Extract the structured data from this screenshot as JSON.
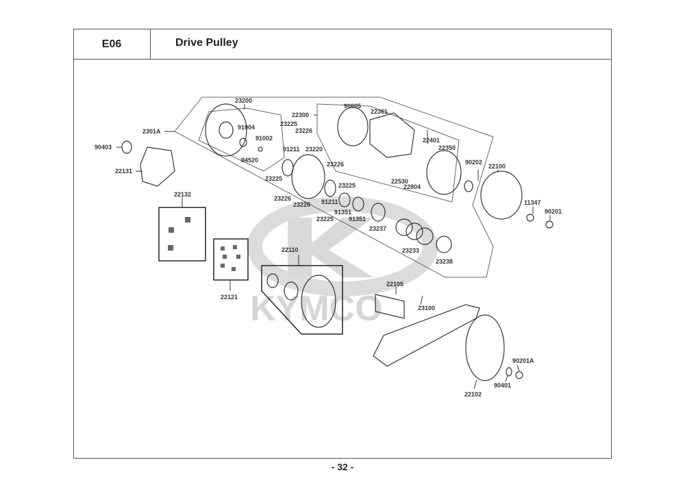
{
  "header": {
    "section_code": "E06",
    "title": "Drive Pulley"
  },
  "footer": {
    "page_number": "- 32 -"
  },
  "watermark": {
    "brand": "KYMCO",
    "color": "#d9d9d9"
  },
  "parts": [
    {
      "id": "p-23200",
      "label": "23200"
    },
    {
      "id": "p-2301A",
      "label": "2301A"
    },
    {
      "id": "p-90403",
      "label": "90403"
    },
    {
      "id": "p-22131",
      "label": "22131"
    },
    {
      "id": "p-91004",
      "label": "91004"
    },
    {
      "id": "p-91002",
      "label": "91002"
    },
    {
      "id": "p-94520",
      "label": "94520"
    },
    {
      "id": "p-23225a",
      "label": "23225"
    },
    {
      "id": "p-23226a",
      "label": "23226"
    },
    {
      "id": "p-91211a",
      "label": "91211"
    },
    {
      "id": "p-23220",
      "label": "23220"
    },
    {
      "id": "p-23226b",
      "label": "23226"
    },
    {
      "id": "p-23225b",
      "label": "23225"
    },
    {
      "id": "p-23225c",
      "label": "23225"
    },
    {
      "id": "p-23226c",
      "label": "23226"
    },
    {
      "id": "p-91211b",
      "label": "91211"
    },
    {
      "id": "p-23226d",
      "label": "23226"
    },
    {
      "id": "p-23225d",
      "label": "23225"
    },
    {
      "id": "p-91351a",
      "label": "91351"
    },
    {
      "id": "p-91351b",
      "label": "91351"
    },
    {
      "id": "p-23237",
      "label": "23237"
    },
    {
      "id": "p-23233",
      "label": "23233"
    },
    {
      "id": "p-23238",
      "label": "23238"
    },
    {
      "id": "p-22300",
      "label": "22300"
    },
    {
      "id": "p-90605",
      "label": "90605"
    },
    {
      "id": "p-22361",
      "label": "22361"
    },
    {
      "id": "p-22401",
      "label": "22401"
    },
    {
      "id": "p-22350",
      "label": "22350"
    },
    {
      "id": "p-22530",
      "label": "22530"
    },
    {
      "id": "p-22804",
      "label": "22804"
    },
    {
      "id": "p-90202",
      "label": "90202"
    },
    {
      "id": "p-22100",
      "label": "22100"
    },
    {
      "id": "p-11347",
      "label": "11347"
    },
    {
      "id": "p-90201",
      "label": "90201"
    },
    {
      "id": "p-22132",
      "label": "22132"
    },
    {
      "id": "p-22121",
      "label": "22121"
    },
    {
      "id": "p-22110",
      "label": "22110"
    },
    {
      "id": "p-22105",
      "label": "22105"
    },
    {
      "id": "p-23100",
      "label": "23100"
    },
    {
      "id": "p-22102",
      "label": "22102"
    },
    {
      "id": "p-90401",
      "label": "90401"
    },
    {
      "id": "p-90201A",
      "label": "90201A"
    }
  ]
}
